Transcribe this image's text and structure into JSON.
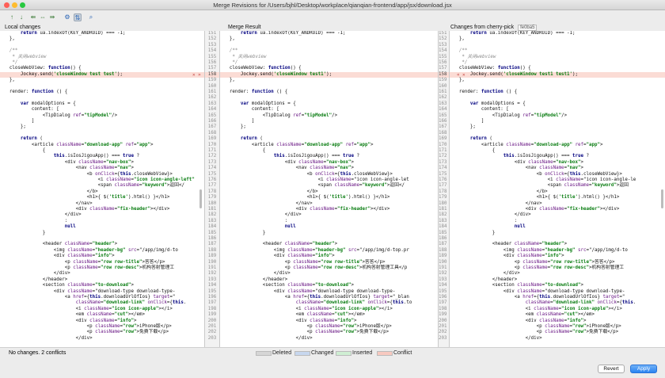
{
  "window": {
    "title": "Merge Revisions for /Users/bjhl/Desktop/workplace/qianqian-frontend/app/jsx/download.jsx"
  },
  "toolbar": {
    "buttons": [
      {
        "name": "prev-conflict-button",
        "glyph": "↑",
        "icon": "arrow-up-icon"
      },
      {
        "name": "next-conflict-button",
        "glyph": "↓",
        "icon": "arrow-down-icon"
      },
      {
        "name": "apply-non-conflicting-button",
        "glyph": "⇚",
        "icon": "apply-left-icon"
      },
      {
        "name": "apply-all-button",
        "glyph": "⇔",
        "icon": "apply-all-icon"
      },
      {
        "name": "apply-right-button",
        "glyph": "⇛",
        "icon": "apply-right-icon"
      },
      {
        "name": "settings-button",
        "glyph": "⚙",
        "icon": "gear-icon"
      },
      {
        "name": "sync-scroll-button",
        "glyph": "⇅",
        "icon": "sync-scroll-icon"
      },
      {
        "name": "find-button",
        "glyph": "⌕",
        "icon": "search-icon"
      }
    ]
  },
  "headers": {
    "left": "Local changes",
    "center": "Merge Result",
    "right": "Changes from cherry-pick",
    "right_hash": "fe0ba5"
  },
  "line_numbers": {
    "start": 151,
    "end": 203
  },
  "conflict_line": 158,
  "left_lines": [
    "            return ua.indexOf(KEY_ANDROID) === -1;",
    "        },",
    "",
    "        /**",
    "         * 关闭webview",
    "         */",
    "        closeWebView: function() {",
    "            Jockey.send('closeWindow test test');",
    "        },",
    "",
    "        render: function () {",
    "",
    "            var modalOptions = {",
    "                content: [",
    "                    <TipDialog ref=\"tipModel\"/>",
    "                ]",
    "            };",
    "",
    "            return (",
    "                <article className=\"download-app\" ref=\"app\">",
    "                    {",
    "                        this.isIosJigouApp() === true ?",
    "                            <div className=\"nav-box\">",
    "                                <nav className=\"nav\">",
    "                                    <b onClick={this.closeWebView}>",
    "                                        <i className=\"icon icon-angle-left\"",
    "                                        <span className=\"keyword\">返回</",
    "                                    </b>",
    "                                    <h1>{ $('title').html() }</h1>",
    "                                </nav>",
    "                                <div className=\"fix-header\"></div>",
    "                            </div>",
    "                            :",
    "                            null",
    "                    }",
    "",
    "                    <header className=\"header\">",
    "                        <img className=\"header-bg\" src=\"/app/img/d-to",
    "                        <div className=\"info\">",
    "                            <p className=\"row row-title\">答答</p>",
    "                            <p className=\"row row-desc\">机构答射管理工",
    "                        </div>",
    "                    </header>",
    "                    <section className=\"to-download\">",
    "                        <div className=\"download-type download-type-",
    "                            <a href={this.downloadUrlOfIos} target=\"",
    "                                className=\"download-link\" onClick={this.",
    "                                <i className=\"icon icon-apple\"></i>",
    "                                <em className=\"cut\"></em>",
    "                                <div className=\"info\">",
    "                                    <p className=\"row\">iPhone版</p>",
    "                                    <p className=\"row\">免费下载</p>",
    "                                </div>"
  ],
  "center_lines": [
    "            return ua.indexOf(KEY_ANDROID) === -1;",
    "        },",
    "",
    "        /**",
    "         * 关闭webview",
    "         */",
    "        closeWebView: function() {",
    "            Jockey.send('closeWindow test1');",
    "        },",
    "",
    "        render: function () {",
    "",
    "            var modalOptions = {",
    "                content: [",
    "                    <TipDialog ref=\"tipModel\"/>",
    "                ]",
    "            };",
    "",
    "            return (",
    "                <article className=\"download-app\" ref=\"app\">",
    "                    {",
    "                        this.isIosJigouApp() === true ?",
    "                            <div className=\"nav-box\">",
    "                                <nav className=\"nav\">",
    "                                    <b onClick={this.closeWebView}>",
    "                                        <i className=\"icon icon-angle-let",
    "                                        <span className=\"keyword\">返回</",
    "                                    </b>",
    "                                    <h1>{ $('title').html() }</h1>",
    "                                </nav>",
    "                                <div className=\"fix-header\"></div>",
    "                            </div>",
    "                            :",
    "                            null",
    "                    }",
    "",
    "                    <header className=\"header\">",
    "                        <img className=\"header-bg\" src=\"/app/img/d-top.pr",
    "                        <div className=\"info\">",
    "                            <p className=\"row row-title\">答答</p>",
    "                            <p className=\"row row-desc\">机构答射管理工具</p",
    "                        </div>",
    "                    </header>",
    "                    <section className=\"to-download\">",
    "                        <div className=\"download-type download-type-",
    "                            <a href={this.downloadUrlOfIos} target=\"_blan",
    "                                className=\"download-link\" onClick={this.to",
    "                                <i className=\"icon icon-apple\"></i>",
    "                                <em className=\"cut\"></em>",
    "                                <div className=\"info\">",
    "                                    <p className=\"row\">iPhone版</p>",
    "                                    <p className=\"row\">免费下载</p>",
    "                                </div>"
  ],
  "right_lines": [
    "            return ua.indexOf(KEY_ANDROID) === -1;",
    "        },",
    "",
    "        /**",
    "         * 关闭webview",
    "         */",
    "        closeWebView: function() {",
    "            Jockey.send('closeWindow test1 test1');",
    "        },",
    "",
    "        render: function () {",
    "",
    "            var modalOptions = {",
    "                content: [",
    "                    <TipDialog ref=\"tipModel\"/>",
    "                ]",
    "            };",
    "",
    "            return (",
    "                <article className=\"download-app\" ref=\"app\">",
    "                    {",
    "                        this.isIosJigouApp() === true ?",
    "                            <div className=\"nav-box\">",
    "                                <nav className=\"nav\">",
    "                                    <b onClick={this.closeWebView}>",
    "                                        <i className=\"icon icon-angle-le",
    "                                        <span className=\"keyword\">返回",
    "                                    </b>",
    "                                    <h1>{ $('title').html() }</h1>",
    "                                </nav>",
    "                                <div className=\"fix-header\"></div>",
    "                            </div>",
    "                            :",
    "                            null",
    "                    }",
    "",
    "                    <header className=\"header\">",
    "                        <img className=\"header-bg\" src=\"/app/img/d-to",
    "                        <div className=\"info\">",
    "                            <p className=\"row row-title\">答答</p>",
    "                            <p className=\"row row-desc\">机构答射管理工",
    "                        </div>",
    "                    </header>",
    "                    <section className=\"to-download\">",
    "                        <div className=\"download-type download-type-",
    "                            <a href={this.downloadUrlOfIos} target=\"",
    "                                className=\"download-link\" onClick={this.",
    "                                <i className=\"icon icon-apple\"></i>",
    "                                <em className=\"cut\"></em>",
    "                                <div className=\"info\">",
    "                                    <p className=\"row\">iPhone版</p>",
    "                                    <p className=\"row\">免费下载</p>",
    "                                </div>"
  ],
  "status": {
    "text": "No changes. 2 conflicts"
  },
  "legend": [
    {
      "label": "Deleted",
      "color": "#d6d6d6"
    },
    {
      "label": "Changed",
      "color": "#c7d7ee"
    },
    {
      "label": "Inserted",
      "color": "#cfeed3"
    },
    {
      "label": "Conflict",
      "color": "#f7c9c0"
    }
  ],
  "buttons": {
    "revert": "Revert",
    "apply": "Apply"
  },
  "colors": {
    "conflict": "#fbdcd5",
    "accent": "#2a83f2"
  }
}
